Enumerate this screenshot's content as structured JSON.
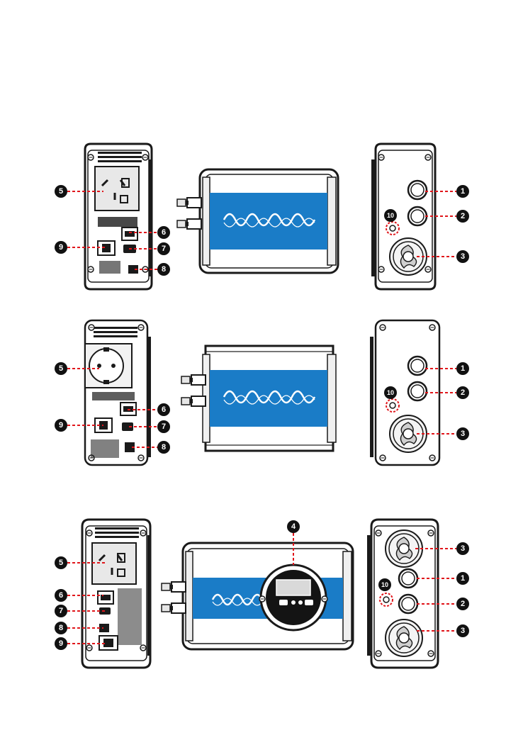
{
  "colors": {
    "brand_blue": "#1a7cc7",
    "callout_fill": "#111111",
    "callout_text": "#ffffff",
    "leader_line": "#e0161b",
    "outline": "#1a1a1a",
    "body_fill": "#f4f4f4",
    "display_fill": "#141414",
    "display_screen": "#d9d9d9"
  },
  "callouts": {
    "c1": "1",
    "c2": "2",
    "c3": "3",
    "c4": "4",
    "c5": "5",
    "c6": "6",
    "c7": "7",
    "c8": "8",
    "c9": "9",
    "c10": "10"
  },
  "views": [
    {
      "row": 1,
      "front": "ac-output-panel-au-socket",
      "side": "inverter-body-wave-logo",
      "rear": "dc-input-panel"
    },
    {
      "row": 2,
      "front": "ac-output-panel-schuko-socket",
      "side": "inverter-body-wave-logo",
      "rear": "dc-input-panel"
    },
    {
      "row": 3,
      "front": "ac-output-panel-au-socket",
      "side": "inverter-body-with-lcd-display",
      "rear": "dc-input-panel-dual-fan"
    }
  ]
}
